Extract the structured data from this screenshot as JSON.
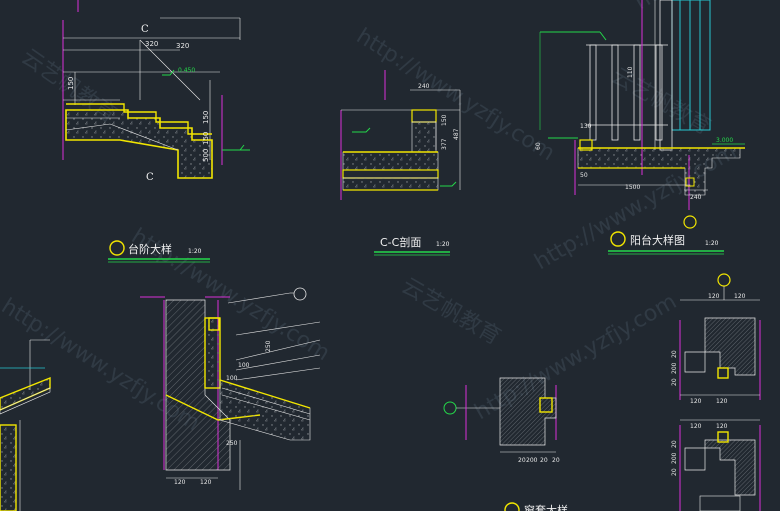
{
  "colors": {
    "background": "#212830",
    "line_white": "#e8e8e8",
    "line_yellow": "#f2e600",
    "line_green": "#24d84a",
    "line_magenta": "#d930d9",
    "line_cyan": "#27c6d0",
    "hatch_gray": "#8a8f94",
    "watermark": "#3d4a56"
  },
  "watermarks": [
    "http://www.yzfjy.com",
    "云艺帆教育"
  ],
  "details": {
    "steps": {
      "title": "台阶大样",
      "scale": "1:20",
      "section_mark_top": "C",
      "section_mark_bottom": "C",
      "dims": [
        "320",
        "320",
        "150",
        "150",
        "150",
        "500"
      ]
    },
    "section_cc": {
      "title": "C-C剖面",
      "scale": "1:20",
      "dims": [
        "240",
        "150",
        "377",
        "487"
      ]
    },
    "balcony": {
      "title": "阳台大样图",
      "scale": "1:20",
      "dims": [
        "110",
        "130",
        "60",
        "50",
        "1500",
        "240",
        "3.000"
      ]
    },
    "eave": {
      "dims": [
        "100",
        "100",
        "250",
        "250",
        "120",
        "120"
      ]
    },
    "window_left": {
      "dims": [
        "20",
        "200",
        "20",
        "20"
      ]
    },
    "window_right_top": {
      "dims": [
        "120",
        "120",
        "20",
        "200",
        "20",
        "120",
        "120"
      ]
    },
    "window_right_bottom": {
      "dims": [
        "120",
        "120",
        "20",
        "200",
        "20"
      ]
    },
    "window_title_partial": "窗套大样"
  }
}
